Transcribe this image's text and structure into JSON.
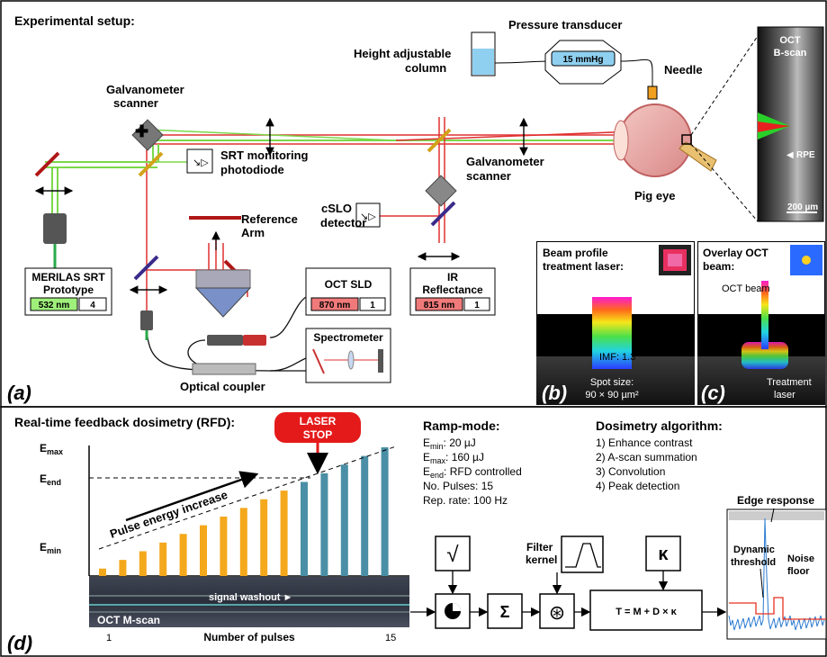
{
  "top": {
    "heading": "Experimental setup:",
    "panel_a": "(a)",
    "galvo_top": [
      "Galvanometer",
      "scanner"
    ],
    "srt_photodiode": [
      "SRT monitoring",
      "photodiode"
    ],
    "height_column": [
      "Height adjustable",
      "column"
    ],
    "pressure_transducer": "Pressure transducer",
    "pressure_value": "15 mmHg",
    "needle": "Needle",
    "pig_eye": "Pig eye",
    "galvo_bottom": [
      "Galvanometer",
      "scanner"
    ],
    "cslo": [
      "cSLO",
      "detector"
    ],
    "reference_arm": [
      "Reference",
      "Arm"
    ],
    "merilas": {
      "title": [
        "MERILAS SRT",
        "Prototype"
      ],
      "wavelength": "532 nm",
      "num": "4"
    },
    "oct_sld": {
      "title": "OCT SLD",
      "wavelength": "870 nm",
      "num": "1"
    },
    "ir": {
      "title": [
        "IR",
        "Reflectance"
      ],
      "wavelength": "815 nm",
      "num": "1"
    },
    "spectrometer": "Spectrometer",
    "optical_coupler": "Optical coupler",
    "bscan": {
      "title": [
        "OCT",
        "B-scan"
      ],
      "rpe": "RPE",
      "scale": "200 µm"
    },
    "beam_profile": {
      "title": [
        "Beam profile",
        "treatment laser:"
      ],
      "imf": "IMF: 1.3",
      "spot": [
        "Spot size:",
        "90 × 90 µm²"
      ],
      "panel": "(b)"
    },
    "overlay": {
      "title": [
        "Overlay OCT",
        "beam:"
      ],
      "oct_beam": "OCT beam",
      "treatment": [
        "Treatment",
        "laser"
      ],
      "panel": "(c)"
    }
  },
  "bottom": {
    "heading": "Real-time feedback dosimetry (RFD):",
    "panel_d": "(d)",
    "laser_stop": [
      "LASER",
      "STOP"
    ],
    "emax": "E",
    "emax_sub": "max",
    "eend": "E",
    "eend_sub": "end",
    "emin": "E",
    "emin_sub": "min",
    "pulse_energy": "Pulse energy increase",
    "signal_washout": "signal washout ►",
    "mscan": "OCT M-scan",
    "xlabel": "Number of pulses",
    "x_start": "1",
    "x_end": "15",
    "ramp": {
      "title": "Ramp-mode:",
      "lines": [
        {
          "pre": "E",
          "sub": "min",
          "rest": ": 20 µJ"
        },
        {
          "pre": "E",
          "sub": "max",
          "rest": ": 160 µJ"
        },
        {
          "pre": "E",
          "sub": "end",
          "rest": ": RFD controlled"
        },
        {
          "pre": "No. Pulses: 15",
          "sub": "",
          "rest": ""
        },
        {
          "pre": "Rep. rate: 100 Hz",
          "sub": "",
          "rest": ""
        }
      ]
    },
    "dosimetry": {
      "title": "Dosimetry algorithm:",
      "steps": [
        "1) Enhance contrast",
        "2) A-scan summation",
        "3) Convolution",
        "4) Peak detection"
      ]
    },
    "sqrt": "√",
    "sigma": "Σ",
    "conv": "⊛",
    "kappa": "κ",
    "filter_kernel": [
      "Filter",
      "kernel"
    ],
    "formula": "T = M + D × κ",
    "edge_response": "Edge response",
    "dynamic_threshold": [
      "Dynamic",
      "threshold"
    ],
    "noise_floor": [
      "Noise",
      "floor"
    ]
  },
  "chart_data": {
    "type": "bar",
    "categories": [
      "1",
      "2",
      "3",
      "4",
      "5",
      "6",
      "7",
      "8",
      "9",
      "10",
      "11",
      "12",
      "13",
      "14",
      "15"
    ],
    "series": [
      {
        "values": [
          0.06,
          0.13,
          0.2,
          0.27,
          0.34,
          0.41,
          0.48,
          0.55,
          0.62,
          0.69,
          null,
          null,
          null,
          null,
          null
        ]
      },
      {
        "values": [
          null,
          null,
          null,
          null,
          null,
          null,
          null,
          null,
          null,
          null,
          0.76,
          0.83,
          0.9,
          0.97,
          1.04
        ]
      }
    ],
    "colors": [
      "#f4a81c",
      "#4a8fa6"
    ],
    "xlabel": "Number of pulses",
    "ylabel": ""
  }
}
